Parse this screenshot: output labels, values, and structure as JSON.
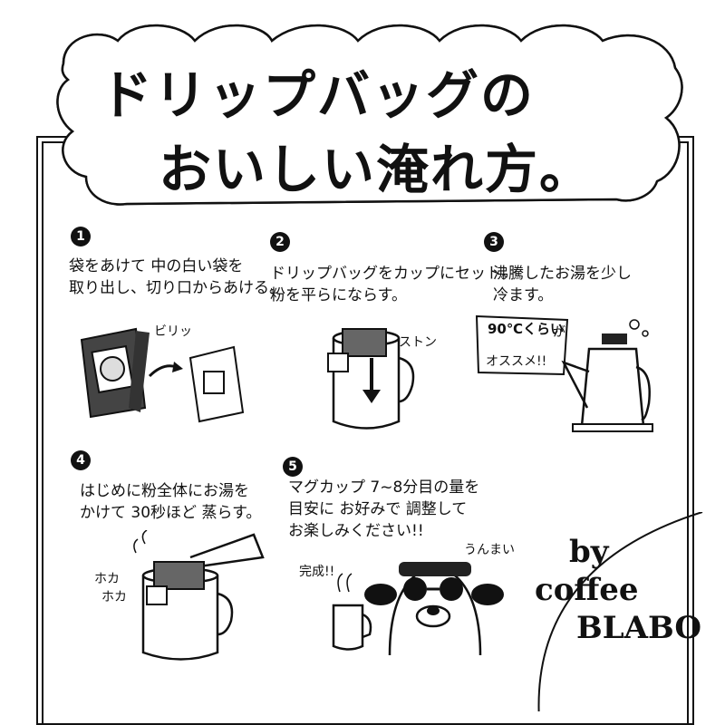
{
  "title": {
    "line1": "ドリップバッグの",
    "line2": "おいしい淹れ方。"
  },
  "steps": [
    {
      "number": "1",
      "text": "袋をあけて 中の白い袋を\n取り出し、切り口からあける。"
    },
    {
      "number": "2",
      "text": "ドリップバッグをカップにセット。\n粉を平らにならす。"
    },
    {
      "number": "3",
      "text": "沸騰したお湯を少し\n冷ます。"
    },
    {
      "number": "4",
      "text": "はじめに粉全体にお湯を\nかけて 30秒ほど 蒸らす。"
    },
    {
      "number": "5",
      "text": "マグカップ 7~8分目の量を\n目安に お好みで 調整して\nお楽しみください!!"
    }
  ],
  "labels": {
    "birittsu": "ビリッ",
    "sutton": "ストン",
    "temp_line1": "90℃くらい",
    "temp_line2": "が",
    "temp_line3": "オススメ!!",
    "hokahoka1": "ホカ",
    "hokahoka2": "ホカ",
    "kansei": "完成!!",
    "unmai": "うんまい"
  },
  "brand": {
    "by": "by",
    "coffee": "coffee",
    "name": "BLABO"
  }
}
